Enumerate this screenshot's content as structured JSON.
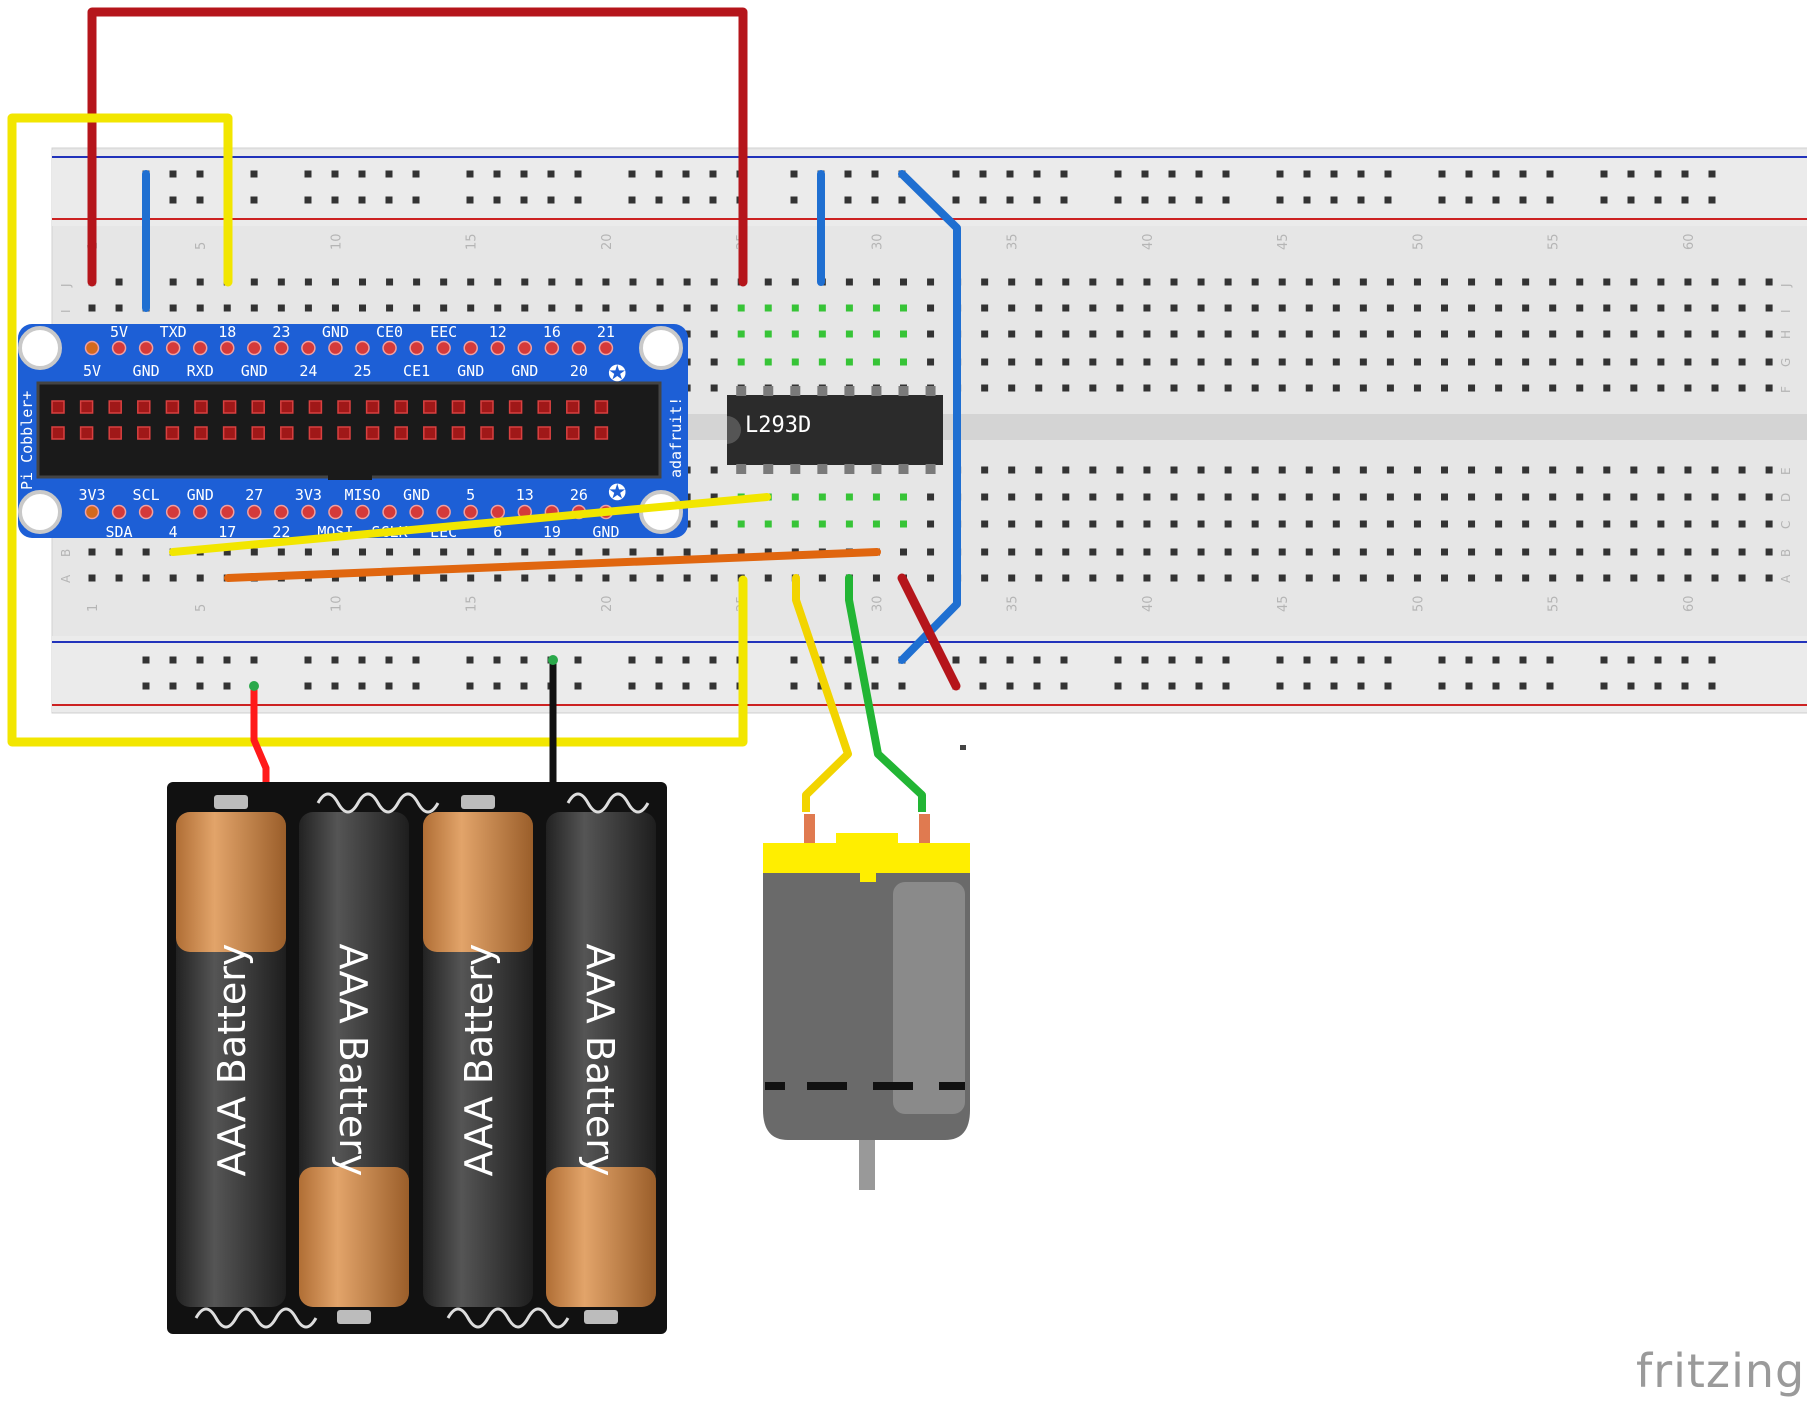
{
  "board": {
    "column_numbers": [
      "1",
      "5",
      "10",
      "15",
      "20",
      "25",
      "30",
      "35",
      "40",
      "45",
      "50",
      "55",
      "60"
    ],
    "row_letters_top": [
      "J",
      "I",
      "H",
      "G",
      "F"
    ],
    "row_letters_bottom": [
      "E",
      "D",
      "C",
      "B",
      "A"
    ]
  },
  "cobbler": {
    "top_row_upper": [
      "5V",
      "TXD",
      "18",
      "23",
      "GND",
      "CE0",
      "EEC",
      "12",
      "16",
      "21"
    ],
    "top_row_lower": [
      "5V",
      "GND",
      "RXD",
      "GND",
      "24",
      "25",
      "CE1",
      "GND",
      "GND",
      "20"
    ],
    "bottom_row_upper": [
      "3V3",
      "SCL",
      "GND",
      "27",
      "3V3",
      "MISO",
      "GND",
      "5",
      "13",
      "26"
    ],
    "bottom_row_lower": [
      "SDA",
      "4",
      "17",
      "22",
      "MOSI",
      "SCLK",
      "EEC",
      "6",
      "19",
      "GND"
    ],
    "left_label": "Pi Cobbler+",
    "right_label": "adafruit!"
  },
  "chip": {
    "label": "L293D"
  },
  "batteries": [
    "AAA Battery",
    "AAA Battery",
    "AAA Battery",
    "AAA Battery"
  ],
  "brand": "fritzing",
  "colors": {
    "wire_red": "#b5151b",
    "wire_yellow": "#f2e600",
    "wire_blue": "#1f6fd1",
    "wire_orange": "#e0660f",
    "wire_green": "#22b534",
    "wire_black": "#111111",
    "cobbler_blue": "#1d5fd6",
    "motor_yellow": "#ffee00"
  }
}
